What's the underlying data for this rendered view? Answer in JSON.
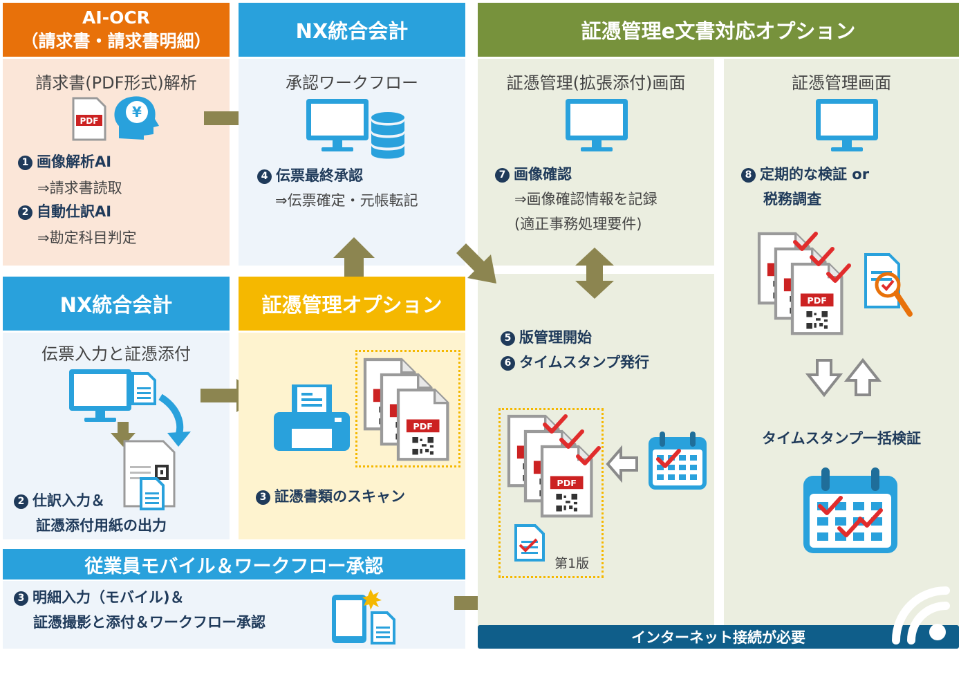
{
  "colors": {
    "orange": "#e8710a",
    "blue": "#29a1dc",
    "yellow": "#f5b800",
    "green": "#77923c",
    "navy": "#1f3a5a",
    "arrow": "#8c8550",
    "red": "#e12c2c",
    "darkbar": "#0f5e8a"
  },
  "ai_ocr": {
    "header_line1": "AI-OCR",
    "header_line2": "（請求書・請求書明細）",
    "title": "請求書(PDF形式)解析",
    "step1_num": "1",
    "step1": "画像解析AI",
    "step1_sub": "⇒請求書読取",
    "step2_num": "2",
    "step2": "自動仕訳AI",
    "step2_sub": "⇒勘定科目判定",
    "pdf_label": "PDF",
    "yen": "¥"
  },
  "nx_top": {
    "header": "NX統合会計",
    "title": "承認ワークフロー",
    "step_num": "4",
    "step": "伝票最終承認",
    "step_sub": "⇒伝票確定・元帳転記"
  },
  "nx_left": {
    "header": "NX統合会計",
    "title": "伝票入力と証憑添付",
    "step_num": "2",
    "step_line1": "仕訳入力＆",
    "step_line2": "証憑添付用紙の出力"
  },
  "evidence_option": {
    "header": "証憑管理オプション",
    "step_num": "3",
    "step": "証憑書類のスキャン",
    "pdf_label": "PDF"
  },
  "mobile": {
    "header": "従業員モバイル＆ワークフロー承認",
    "step_num": "3",
    "step_line1": "明細入力（モバイル)＆",
    "step_line2": "証憑撮影と添付＆ワークフロー承認"
  },
  "e_doc": {
    "header": "証憑管理e文書対応オプション",
    "ext_title": "証憑管理(拡張添付)画面",
    "step7_num": "7",
    "step7": "画像確認",
    "step7_sub1": "⇒画像確認情報を記録",
    "step7_sub2": "(適正事務処理要件)",
    "step5_num": "5",
    "step5": "版管理開始",
    "step6_num": "6",
    "step6": "タイムスタンプ発行",
    "version_label": "第1版",
    "pdf_label": "PDF",
    "mgmt_title": "証憑管理画面",
    "step8_num": "8",
    "step8_line1": "定期的な検証 or",
    "step8_line2": "税務調査",
    "bulk_verify": "タイムスタンプ一括検証",
    "internet": "インターネット接続が必要"
  }
}
